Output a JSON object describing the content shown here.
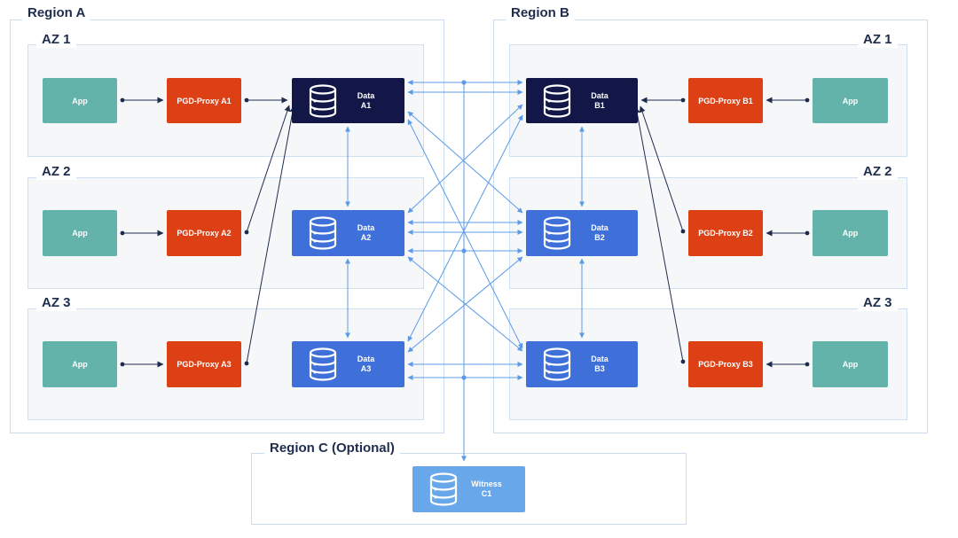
{
  "regions": {
    "a": {
      "title": "Region A"
    },
    "b": {
      "title": "Region B"
    },
    "c": {
      "title": "Region C (Optional)"
    }
  },
  "azs": {
    "a1": "AZ 1",
    "a2": "AZ 2",
    "a3": "AZ 3",
    "b1": "AZ 1",
    "b2": "AZ 2",
    "b3": "AZ 3"
  },
  "apps": {
    "a1": "App",
    "a2": "App",
    "a3": "App",
    "b1": "App",
    "b2": "App",
    "b3": "App"
  },
  "proxies": {
    "a1": "PGD-Proxy A1",
    "a2": "PGD-Proxy A2",
    "a3": "PGD-Proxy A3",
    "b1": "PGD-Proxy B1",
    "b2": "PGD-Proxy B2",
    "b3": "PGD-Proxy B3"
  },
  "data_nodes": {
    "a1": {
      "line1": "Data",
      "line2": "A1"
    },
    "a2": {
      "line1": "Data",
      "line2": "A2"
    },
    "a3": {
      "line1": "Data",
      "line2": "A3"
    },
    "b1": {
      "line1": "Data",
      "line2": "B1"
    },
    "b2": {
      "line1": "Data",
      "line2": "B2"
    },
    "b3": {
      "line1": "Data",
      "line2": "B3"
    }
  },
  "witness": {
    "line1": "Witness",
    "line2": "C1"
  },
  "colors": {
    "app": "#63b3ab",
    "proxy": "#dd4015",
    "data_leader": "#121747",
    "data_replica": "#3f6fd8",
    "witness": "#68a8ea",
    "region_border": "#c9dbee",
    "az_background": "#f6f7f9",
    "title_text": "#1f2d4d",
    "replication_line": "#5b9be6",
    "client_line": "#1f2d4d"
  },
  "icons": {
    "data_node": "database-icon"
  }
}
